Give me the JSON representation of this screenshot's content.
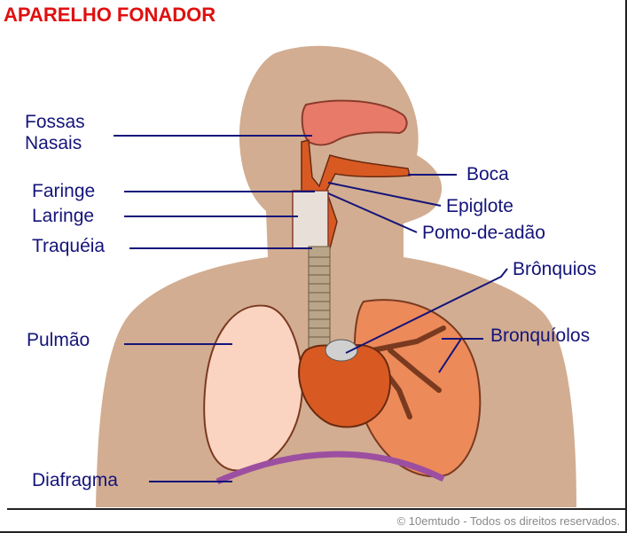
{
  "title": "APARELHO FONADOR",
  "labels": {
    "fossas_line1": "Fossas",
    "fossas_line2": "Nasais",
    "faringe": "Faringe",
    "laringe": "Laringe",
    "traqueia": "Traquéia",
    "pulmao": "Pulmão",
    "diafragma": "Diafragma",
    "boca": "Boca",
    "epiglote": "Epiglote",
    "pomo": "Pomo-de-adão",
    "bronquios": "Brônquios",
    "bronquiolos": "Bronquíolos"
  },
  "copyright": "© 10emtudo - Todos os direitos reservados.",
  "colors": {
    "title": "#e01010",
    "label_text": "#14147a",
    "silhouette": "#d2ad91",
    "lung_left": "#fbd3c1",
    "heart": "#d85a22",
    "diaphragm": "#9c4fa0"
  }
}
